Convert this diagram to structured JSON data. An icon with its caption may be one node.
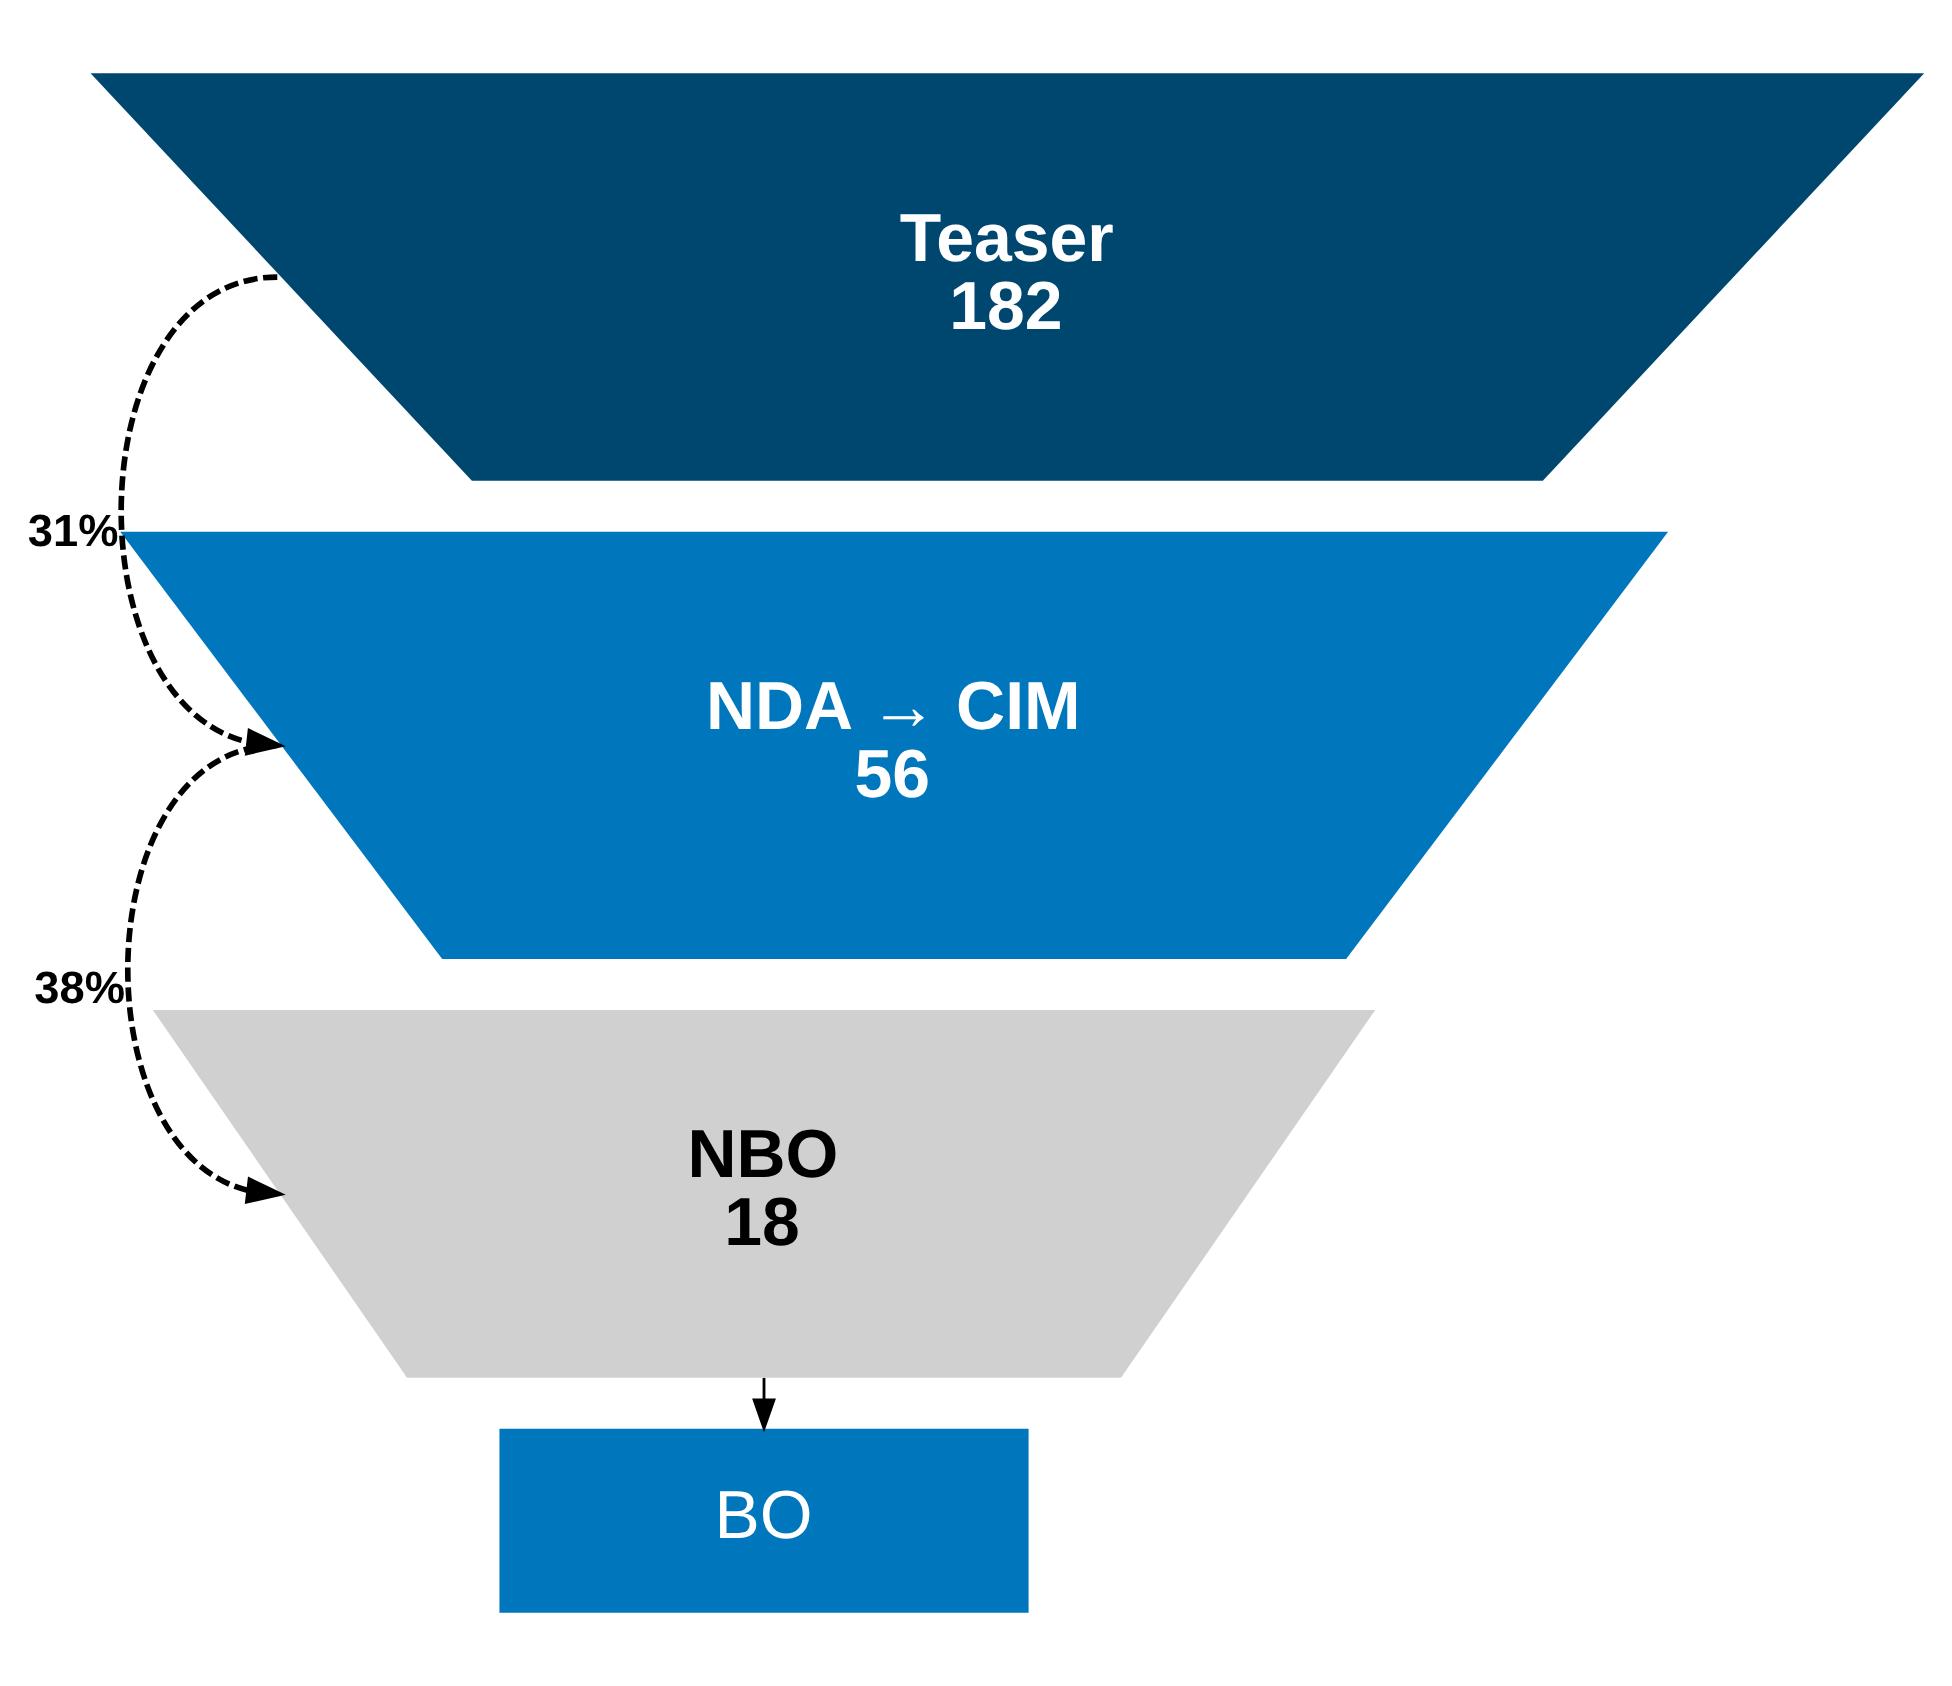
{
  "diagram": {
    "nodes": [
      {
        "text": [
          "Teaser",
          "182"
        ]
      },
      {
        "text": [
          "NDA → CIM",
          "56"
        ]
      },
      {
        "text": [
          "NBO",
          "18"
        ]
      },
      {
        "text": [
          "BO"
        ]
      }
    ],
    "edges": [
      {
        "from": 0,
        "to": 1,
        "arrow": "to",
        "label": "31%",
        "style": "dashed"
      },
      {
        "from": 1,
        "to": 2,
        "arrow": "to",
        "label": "38%",
        "style": "dashed"
      },
      {
        "from": 2,
        "to": 3,
        "arrow": "to"
      }
    ]
  }
}
